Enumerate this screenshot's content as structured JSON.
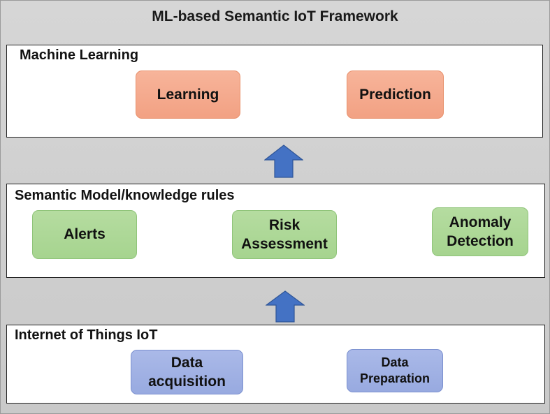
{
  "title": "ML-based Semantic IoT Framework",
  "layers": {
    "ml": {
      "title": "Machine Learning",
      "boxes": [
        "Learning",
        "Prediction"
      ]
    },
    "semantic": {
      "title": "Semantic Model/knowledge rules",
      "boxes": [
        "Alerts",
        "Risk\nAssessment",
        "Anomaly\nDetection"
      ]
    },
    "iot": {
      "title": "Internet of Things IoT",
      "boxes": [
        "Data\nacquisition",
        "Data\nPreparation"
      ]
    }
  },
  "colors": {
    "arrow": "#4472c4",
    "ml_box": "#f4a98c",
    "semantic_box": "#a9d18e",
    "iot_box": "#a4b4e4"
  }
}
